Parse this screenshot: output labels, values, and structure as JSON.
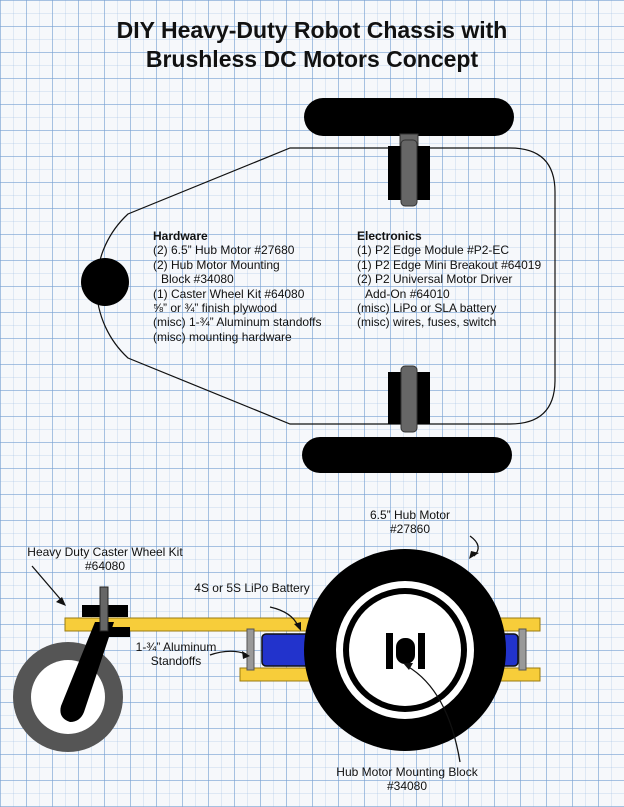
{
  "title": {
    "line1": "DIY Heavy-Duty Robot Chassis with",
    "line2": "Brushless DC Motors Concept"
  },
  "hardware": {
    "heading": "Hardware",
    "items": [
      "(2) 6.5” Hub Motor #27680",
      "(2) Hub Motor Mounting",
      "Block #34080",
      "(1) Caster Wheel Kit #64080",
      "⅝” or ¾” finish plywood",
      "(misc) 1-¾” Aluminum standoffs",
      "(misc) mounting hardware"
    ]
  },
  "electronics": {
    "heading": "Electronics",
    "items": [
      "(1) P2 Edge Module #P2-EC",
      "(1) P2 Edge Mini Breakout #64019",
      "(2) P2 Universal Motor Driver",
      "Add-On #64010",
      "(misc) LiPo or SLA battery",
      "(misc) wires, fuses, switch"
    ]
  },
  "callouts": {
    "hub_motor": [
      "6.5” Hub Motor",
      "#27860"
    ],
    "caster": [
      "Heavy Duty Caster Wheel Kit",
      "#64080"
    ],
    "battery": [
      "4S or 5S LiPo Battery"
    ],
    "standoffs": [
      "1-¾” Aluminum",
      "Standoffs"
    ],
    "mount_block": [
      "Hub Motor Mounting Block",
      "#34080"
    ]
  },
  "colors": {
    "plywood": "#f7cd3a",
    "battery": "#2233cc",
    "tire": "#111111",
    "caster_tire": "#555555",
    "grid": "#7aa0d2"
  }
}
